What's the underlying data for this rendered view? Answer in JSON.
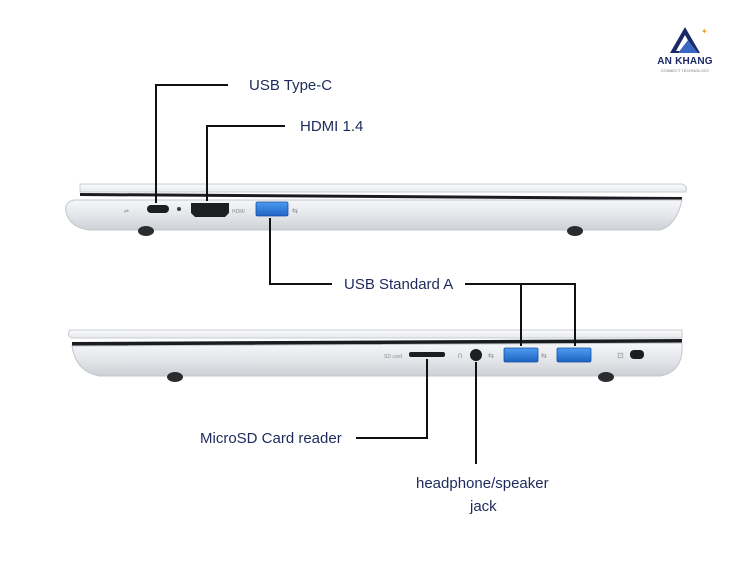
{
  "brand": {
    "name": "AN KHANG",
    "tagline": "CONNECT TECHNOLOGY"
  },
  "labels": {
    "usb_c": "USB Type-C",
    "hdmi": "HDMI 1.4",
    "usb_a": "USB Standard A",
    "microsd": "MicroSD Card reader",
    "headphone_line1": "headphone/speaker",
    "headphone_line2": "jack"
  },
  "port_text": {
    "hdmi": "HDMI",
    "sd": "SD card"
  },
  "colors": {
    "label": "#1d2a5c",
    "usb_blue": "#2f7fe0",
    "brand": "#1b2a66",
    "logo_star": "#f0a020"
  }
}
